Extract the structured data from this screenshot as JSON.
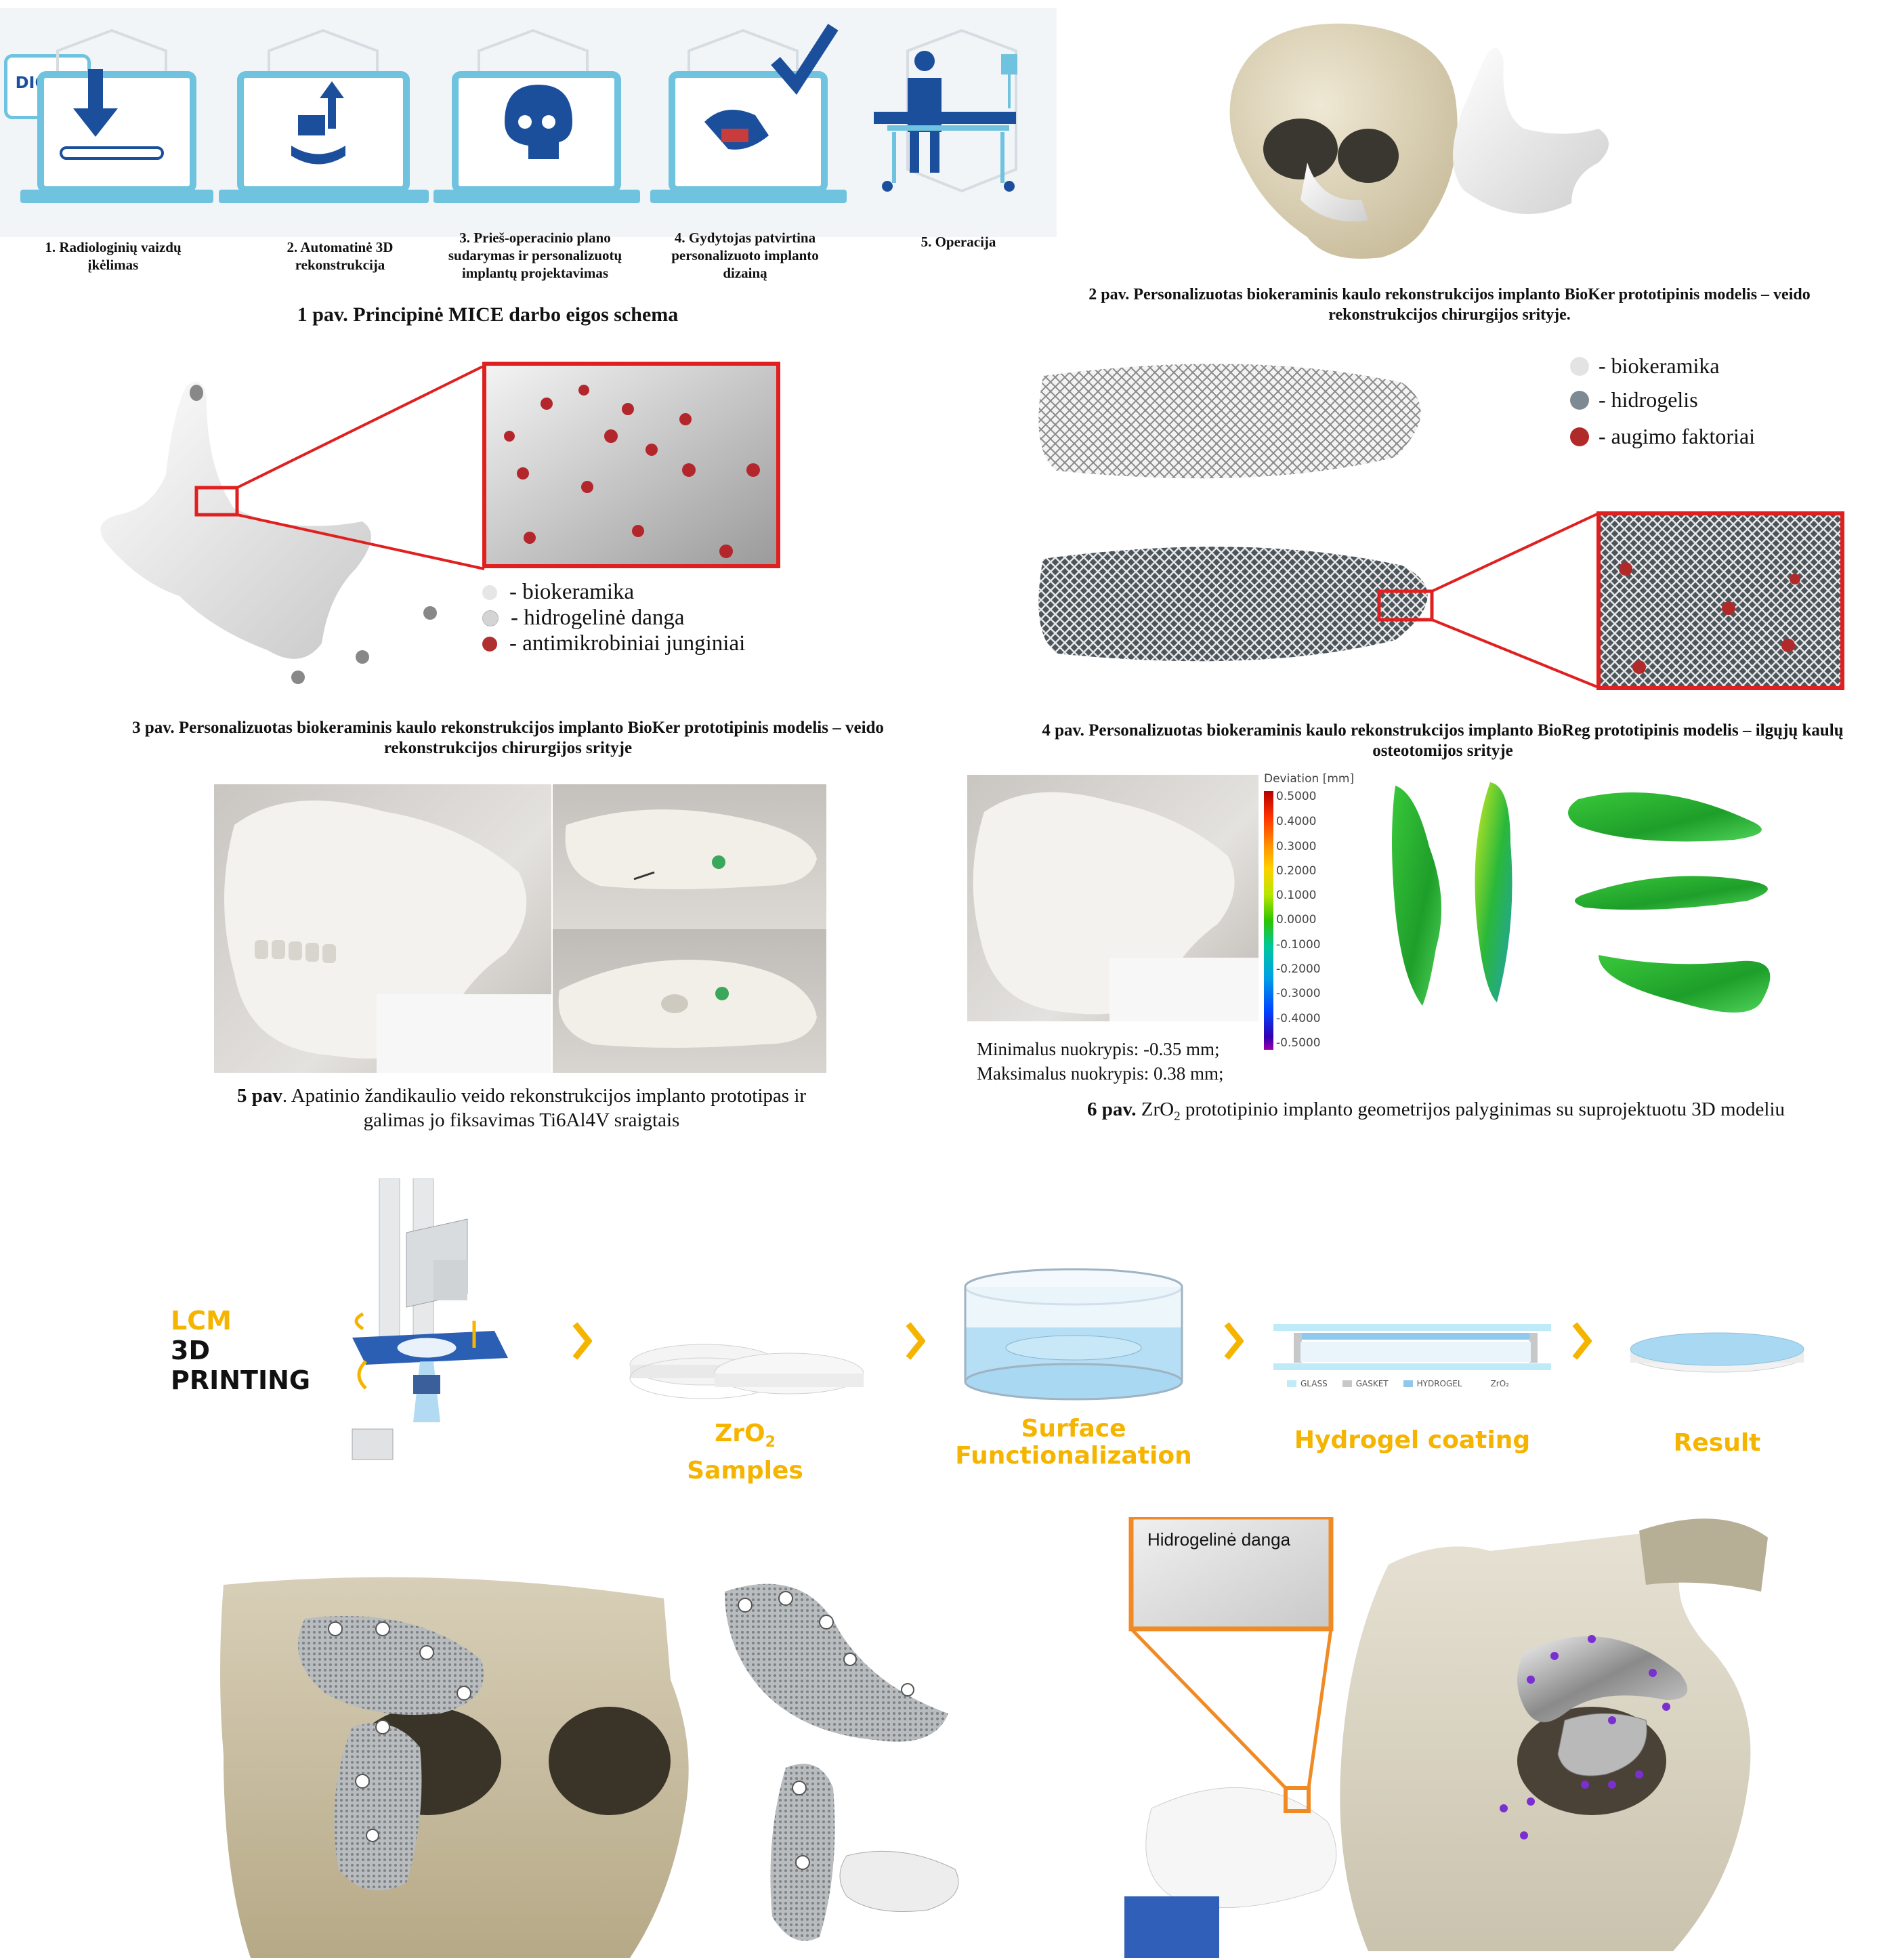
{
  "fig1": {
    "dicom_label": "DICOM",
    "steps": [
      {
        "label": "1. Radiologinių vaizdų įkėlimas",
        "icon": "upload-icon"
      },
      {
        "label": "2. Automatinė 3D rekonstrukcija",
        "icon": "3d-reconstruction-icon"
      },
      {
        "label": "3. Prieš-operacinio plano sudarymas ir personalizuotų implantų projektavimas",
        "icon": "skull-icon"
      },
      {
        "label": "4. Gydytojas patvirtina personalizuoto implanto dizainą",
        "icon": "approve-checkmark-icon"
      },
      {
        "label": "5. Operacija",
        "icon": "surgery-icon"
      }
    ],
    "caption": "1 pav. Principinė MICE darbo eigos schema"
  },
  "fig2": {
    "caption": "2 pav. Personalizuotas biokeraminis kaulo rekonstrukcijos implanto BioKer prototipinis modelis – veido rekonstrukcijos chirurgijos srityje."
  },
  "fig3": {
    "legend": [
      {
        "label": "- biokeramika",
        "color": "#e6e6e6"
      },
      {
        "label": "- hidrogelinė danga",
        "color": "#d9d9d9"
      },
      {
        "label": "- antimikrobiniai junginiai",
        "color": "#b03030"
      }
    ],
    "caption": "3 pav. Personalizuotas biokeraminis kaulo rekonstrukcijos implanto BioKer prototipinis modelis – veido rekonstrukcijos chirurgijos srityje"
  },
  "fig4": {
    "legend": [
      {
        "label": "- biokeramika",
        "color": "#e3e3e3"
      },
      {
        "label": "- hidrogelis",
        "color": "#7d8a94"
      },
      {
        "label": "- augimo faktoriai",
        "color": "#b02a2a"
      }
    ],
    "caption": "4 pav. Personalizuotas biokeraminis kaulo rekonstrukcijos implanto BioReg prototipinis modelis – ilgųjų kaulų osteotomijos srityje"
  },
  "fig5": {
    "caption_bold": "5 pav",
    "caption_rest": ". Apatinio žandikaulio veido rekonstrukcijos implanto prototipas ir galimas jo fiksavimas Ti6Al4V sraigtais"
  },
  "fig6": {
    "scale_title": "Deviation [mm]",
    "scale_ticks": [
      "0.5000",
      "0.4000",
      "0.3000",
      "0.2000",
      "0.1000",
      "0.0000",
      "-0.1000",
      "-0.2000",
      "-0.3000",
      "-0.4000",
      "-0.5000"
    ],
    "min_text": "Minimalus nuokrypis: -0.35 mm;",
    "max_text": "Maksimalus nuokrypis: 0.38 mm;",
    "caption_bold": "6 pav.",
    "caption_rest_a": " ZrO",
    "caption_sub": "2",
    "caption_rest_b": " prototipinio implanto geometrijos palyginimas su suprojektuotu 3D modeliu"
  },
  "process": {
    "lcm_line1": "LCM",
    "lcm_line2": "3D",
    "lcm_line3": "PRINTING",
    "samples_line1": "ZrO",
    "samples_sub": "2",
    "samples_line2": "Samples",
    "surface_line1": "Surface",
    "surface_line2": "Functionalization",
    "hydrogel_label": "Hydrogel coating",
    "result_label": "Result",
    "layer_legend": [
      "GLASS",
      "GASKET",
      "HYDROGEL",
      "ZrO₂"
    ],
    "accent": "#f5b400"
  },
  "bottom": {
    "hydrogel_box_label": "Hidrogelinė danga",
    "box_color": "#f08a24"
  }
}
